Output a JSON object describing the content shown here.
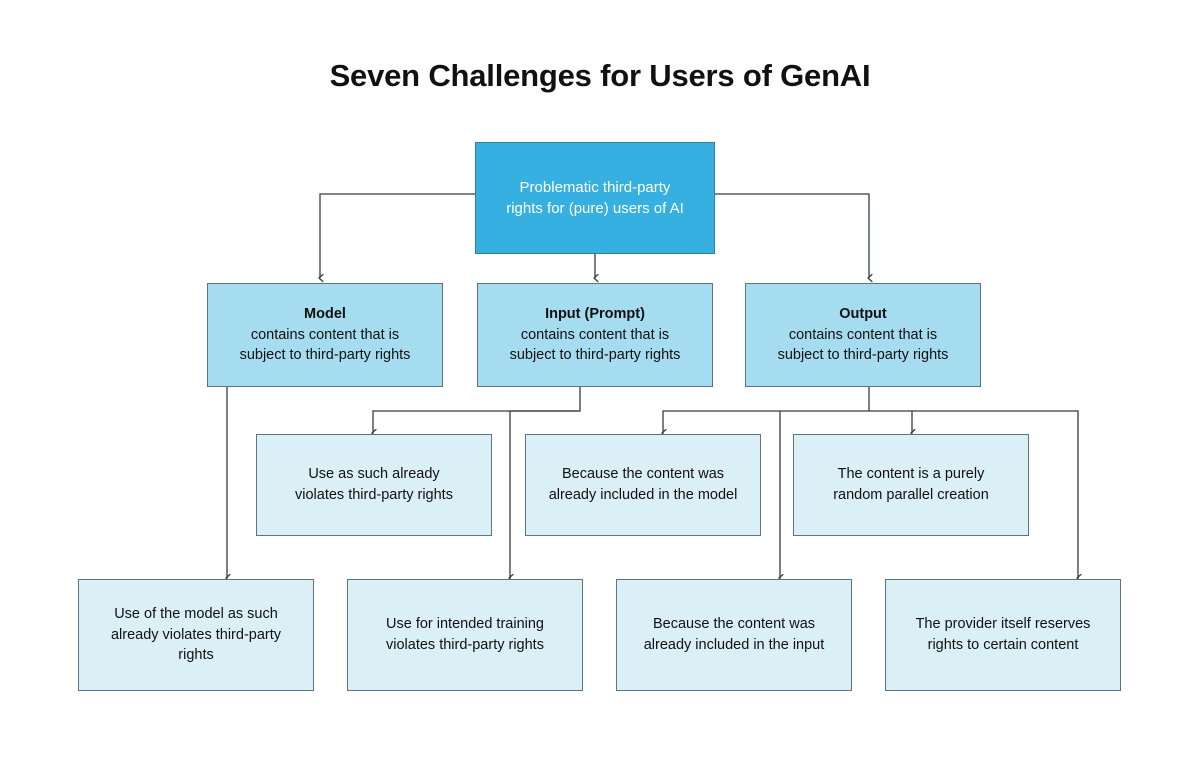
{
  "title": "Seven Challenges for Users of GenAI",
  "colors": {
    "root_fill": "#35b0e0",
    "root_text": "#ffffff",
    "mid_fill": "#a5dcef",
    "leaf_fill": "#dbeff7",
    "border": "#5d7482",
    "connector": "#333c44",
    "background": "#ffffff",
    "text": "#111111"
  },
  "root": {
    "line1": "Problematic third-party",
    "line2": "rights for (pure) users of AI"
  },
  "mid": [
    {
      "title": "Model",
      "line1": "contains content that is",
      "line2": "subject to third-party rights"
    },
    {
      "title": "Input (Prompt)",
      "line1": "contains content that is",
      "line2": "subject to third-party rights"
    },
    {
      "title": "Output",
      "line1": "contains content that is",
      "line2": "subject to third-party rights"
    }
  ],
  "row3": [
    {
      "line1": "Use as such already",
      "line2": "violates third-party rights"
    },
    {
      "line1": "Because the content was",
      "line2": "already included in the model"
    },
    {
      "line1": "The content is a purely",
      "line2": "random parallel creation"
    }
  ],
  "row4": [
    {
      "line1": "Use of the model as such",
      "line2": "already violates third-party",
      "line3": "rights"
    },
    {
      "line1": "Use for intended training",
      "line2": "violates third-party rights",
      "line3": ""
    },
    {
      "line1": "Because the content was",
      "line2": "already included in the input",
      "line3": ""
    },
    {
      "line1": "The provider itself reserves",
      "line2": "rights to certain content",
      "line3": ""
    }
  ]
}
